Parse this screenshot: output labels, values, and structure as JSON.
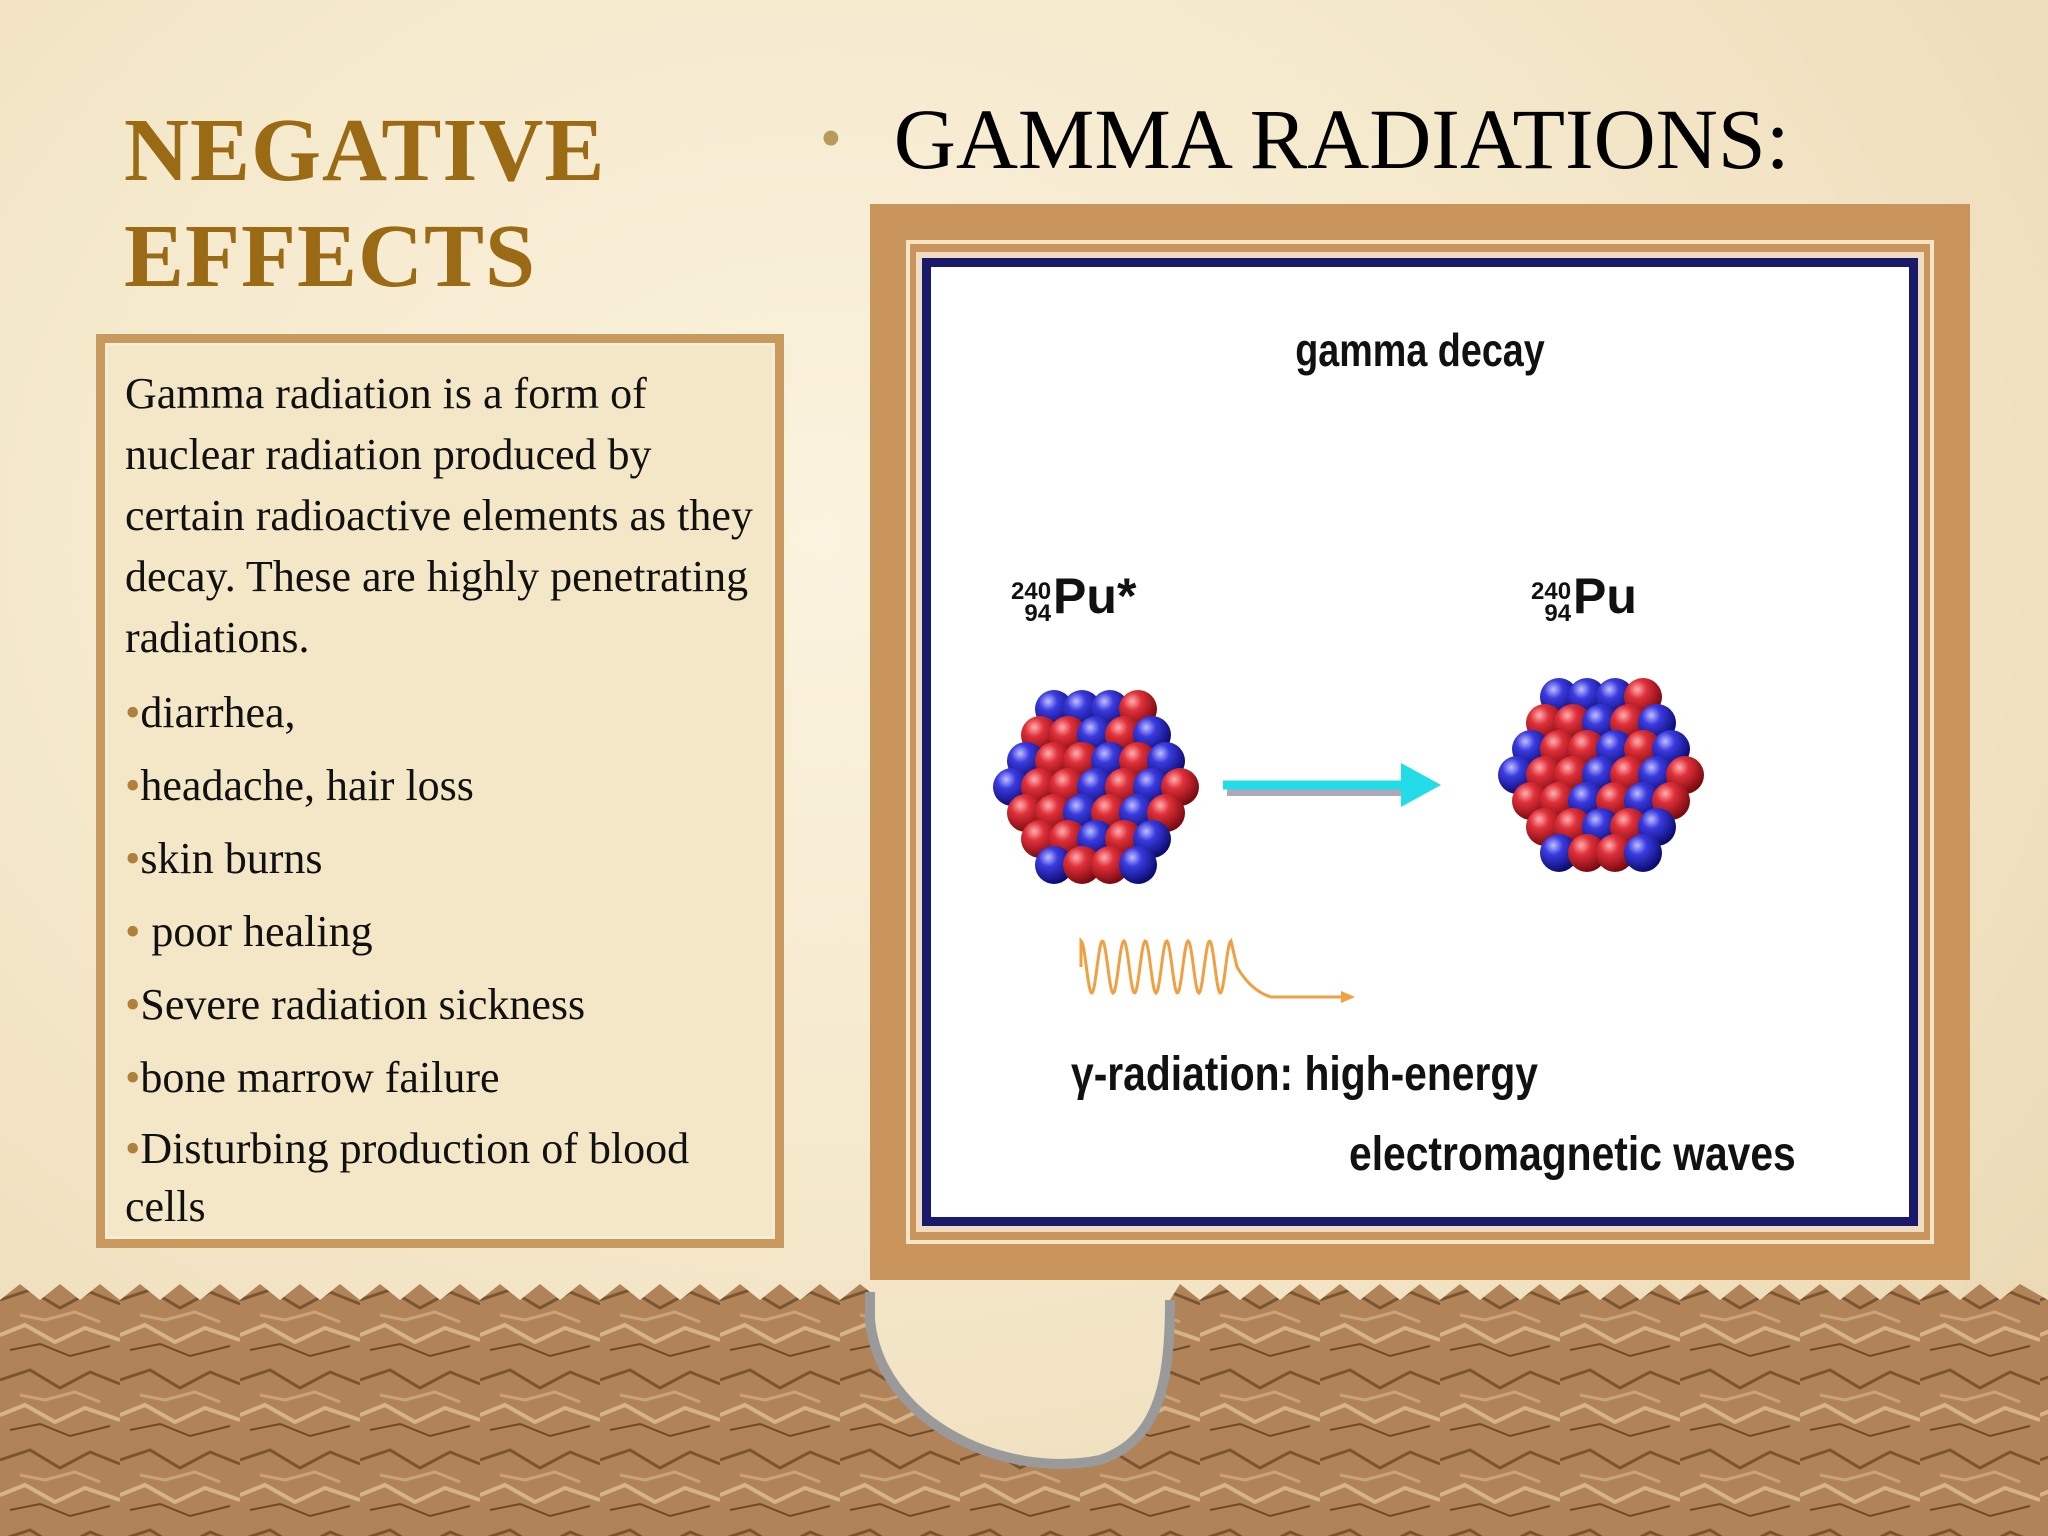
{
  "title": "NEGATIVE EFFECTS",
  "heading": {
    "bullet": "•",
    "text": "GAMMA RADIATIONS:"
  },
  "text_panel": {
    "intro": "Gamma radiation is a form of nuclear radiation produced by certain radioactive elements as they decay. These are highly penetrating radiations.",
    "effects": [
      {
        "bullet": "•",
        "text": "diarrhea,"
      },
      {
        "bullet": "•",
        "text": "headache, hair loss"
      },
      {
        "bullet": "•",
        "text": "skin burns"
      },
      {
        "bullet": "• ",
        "text": "poor healing"
      },
      {
        "bullet": "•",
        "text": "Severe radiation sickness"
      },
      {
        "bullet": "•",
        "text": "bone marrow failure"
      },
      {
        "bullet": "•",
        "text": "Disturbing production of blood cells"
      }
    ]
  },
  "diagram": {
    "title": "gamma decay",
    "left_nucleus": {
      "mass": "240",
      "atomic": "94",
      "symbol": "Pu*"
    },
    "right_nucleus": {
      "mass": "240",
      "atomic": "94",
      "symbol": "Pu"
    },
    "radiation_label_line1": "γ-radiation: high-energy",
    "radiation_label_line2": "electromagnetic waves",
    "colors": {
      "proton": "#cc1f2a",
      "neutron": "#2a2ad0",
      "arrow": "#22dde8",
      "wave": "#f0a040"
    }
  }
}
